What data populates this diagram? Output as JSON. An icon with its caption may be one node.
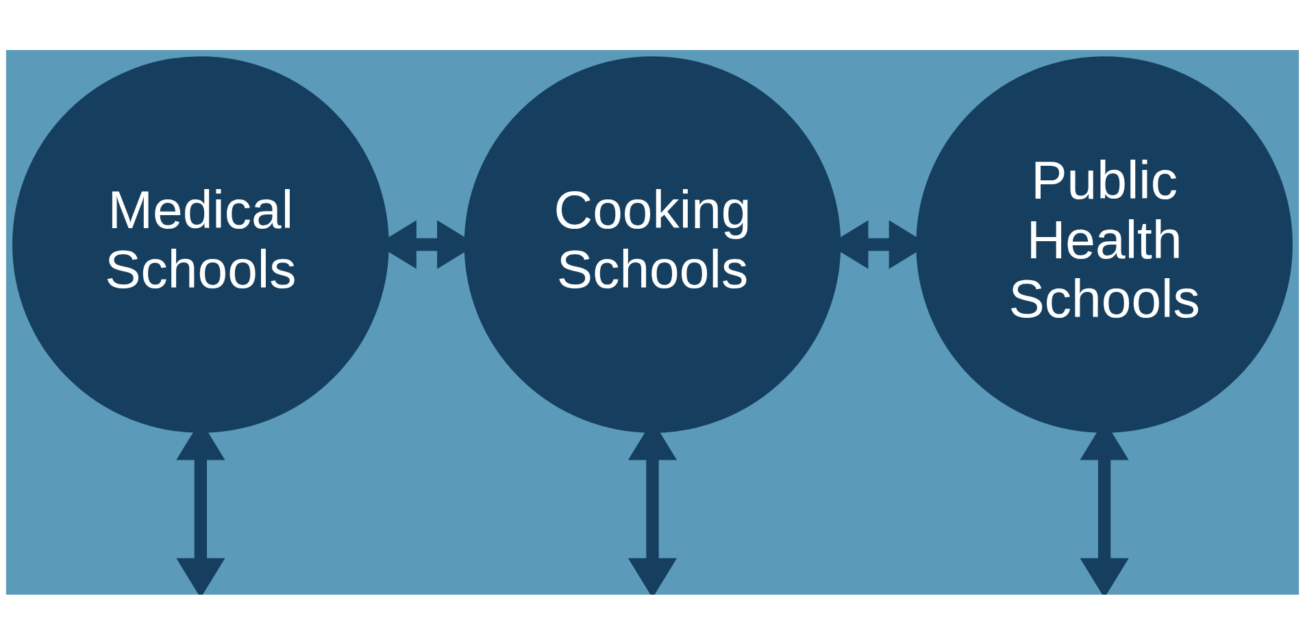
{
  "diagram": {
    "nodes": [
      {
        "text": [
          "Medical Schools"
        ]
      },
      {
        "text": [
          "Cooking Schools"
        ]
      },
      {
        "text": [
          "Public Health Schools"
        ]
      }
    ],
    "edges": [
      {
        "from": 0,
        "to": 1,
        "arrow": "both"
      },
      {
        "from": 1,
        "to": 2,
        "arrow": "both"
      },
      {
        "from": 0,
        "to": null,
        "arrow": "both"
      },
      {
        "from": 1,
        "to": null,
        "arrow": "both"
      },
      {
        "from": 2,
        "to": null,
        "arrow": "both"
      }
    ]
  }
}
